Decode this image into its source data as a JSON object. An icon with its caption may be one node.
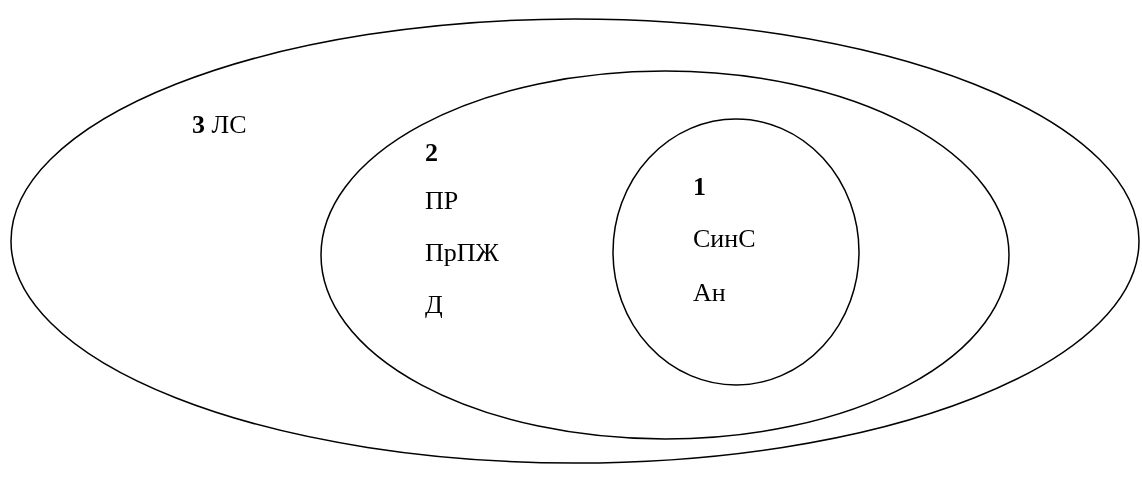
{
  "diagram": {
    "nodes": [
      {
        "text": [
          "**3** ЛС"
        ]
      },
      {
        "text": [
          "2",
          "ПР",
          "ПрПЖ",
          "Д"
        ],
        "in": 0
      },
      {
        "text": [
          "1",
          "СинС",
          "Ан"
        ],
        "in": 1
      }
    ]
  }
}
